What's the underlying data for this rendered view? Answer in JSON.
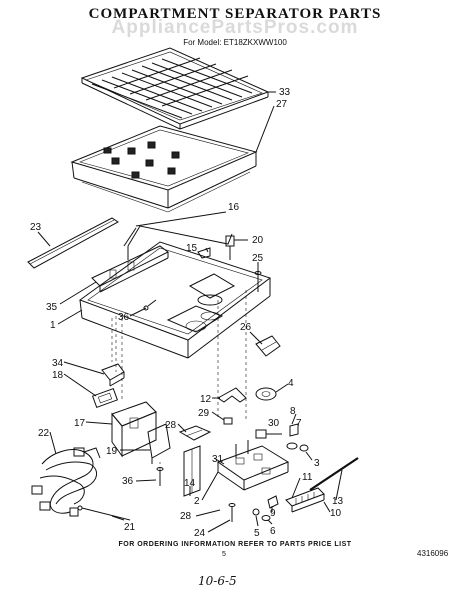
{
  "diagram": {
    "title": "COMPARTMENT SEPARATOR PARTS",
    "watermark": "AppliancePartsPros.com",
    "model_line": "For Model: ET18ZKXWW100",
    "footer_note": "FOR ORDERING INFORMATION REFER TO PARTS PRICE LIST",
    "page_number": "5",
    "document_number": "4316096",
    "handwritten_note": "10-6-5",
    "callouts": [
      {
        "id": "33",
        "label": "33"
      },
      {
        "id": "27",
        "label": "27"
      },
      {
        "id": "23",
        "label": "23"
      },
      {
        "id": "16",
        "label": "16"
      },
      {
        "id": "15",
        "label": "15"
      },
      {
        "id": "20",
        "label": "20"
      },
      {
        "id": "25",
        "label": "25"
      },
      {
        "id": "35",
        "label": "35"
      },
      {
        "id": "36a",
        "label": "36"
      },
      {
        "id": "1",
        "label": "1"
      },
      {
        "id": "26",
        "label": "26"
      },
      {
        "id": "34",
        "label": "34"
      },
      {
        "id": "18",
        "label": "18"
      },
      {
        "id": "12",
        "label": "12"
      },
      {
        "id": "4",
        "label": "4"
      },
      {
        "id": "29",
        "label": "29"
      },
      {
        "id": "8",
        "label": "8"
      },
      {
        "id": "7",
        "label": "7"
      },
      {
        "id": "30",
        "label": "30"
      },
      {
        "id": "28",
        "label": "28"
      },
      {
        "id": "17",
        "label": "17"
      },
      {
        "id": "22",
        "label": "22"
      },
      {
        "id": "19",
        "label": "19"
      },
      {
        "id": "31",
        "label": "31"
      },
      {
        "id": "3",
        "label": "3"
      },
      {
        "id": "14",
        "label": "14"
      },
      {
        "id": "11",
        "label": "11"
      },
      {
        "id": "36b",
        "label": "36"
      },
      {
        "id": "13",
        "label": "13"
      },
      {
        "id": "2",
        "label": "2"
      },
      {
        "id": "10",
        "label": "10"
      },
      {
        "id": "9",
        "label": "9"
      },
      {
        "id": "28b",
        "label": "28"
      },
      {
        "id": "24",
        "label": "24"
      },
      {
        "id": "5",
        "label": "5"
      },
      {
        "id": "6",
        "label": "6"
      },
      {
        "id": "21",
        "label": "21"
      }
    ]
  }
}
